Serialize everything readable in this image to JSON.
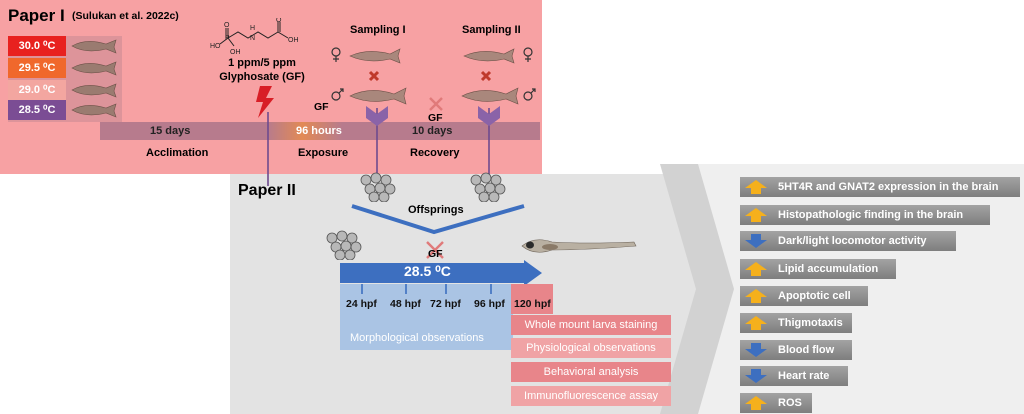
{
  "paper1": {
    "title": "Paper I",
    "citation": "(Sulukan et al. 2022c)",
    "temperatures": [
      {
        "label": "30.0 ⁰C",
        "color": "#e8211f"
      },
      {
        "label": "29.5 ⁰C",
        "color": "#f0682c"
      },
      {
        "label": "29.0 ⁰C",
        "color": "#f3a6a0"
      },
      {
        "label": "28.5 ⁰C",
        "color": "#7b4d94"
      }
    ],
    "dose": "1 ppm/5 ppm",
    "chemical": "Glyphosate (GF)",
    "sampling1": "Sampling I",
    "sampling2": "Sampling II",
    "gf1": "GF",
    "gf2": "GF",
    "timeline": [
      {
        "duration": "15 days",
        "phase": "Acclimation"
      },
      {
        "duration": "96 hours",
        "phase": "Exposure"
      },
      {
        "duration": "10 days",
        "phase": "Recovery"
      }
    ]
  },
  "paper2": {
    "title": "Paper II",
    "offsprings": "Offsprings",
    "gf": "GF",
    "temperature": "28.5 ⁰C",
    "ticks": [
      "24 hpf",
      "48 hpf",
      "72 hpf",
      "96 hpf",
      "120 hpf"
    ],
    "morphological": "Morphological observations",
    "assays": [
      {
        "label": "Whole mount larva staining",
        "color": "#e8858a"
      },
      {
        "label": "Physiological observations",
        "color": "#f0a3a5"
      },
      {
        "label": "Behavioral analysis",
        "color": "#e8858a"
      },
      {
        "label": "Immunofluorescence assay",
        "color": "#f0a3a5"
      }
    ]
  },
  "results": [
    {
      "label": "5HT4R and GNAT2 expression in the brain",
      "direction": "up"
    },
    {
      "label": "Histopathologic finding in the brain",
      "direction": "up"
    },
    {
      "label": "Dark/light locomotor activity",
      "direction": "down"
    },
    {
      "label": "Lipid accumulation",
      "direction": "up"
    },
    {
      "label": "Apoptotic cell",
      "direction": "up"
    },
    {
      "label": "Thigmotaxis",
      "direction": "up"
    },
    {
      "label": "Blood flow",
      "direction": "down"
    },
    {
      "label": "Heart rate",
      "direction": "down"
    },
    {
      "label": "ROS",
      "direction": "up"
    }
  ],
  "colors": {
    "up": "#f5b01c",
    "down": "#3d6fc0"
  }
}
